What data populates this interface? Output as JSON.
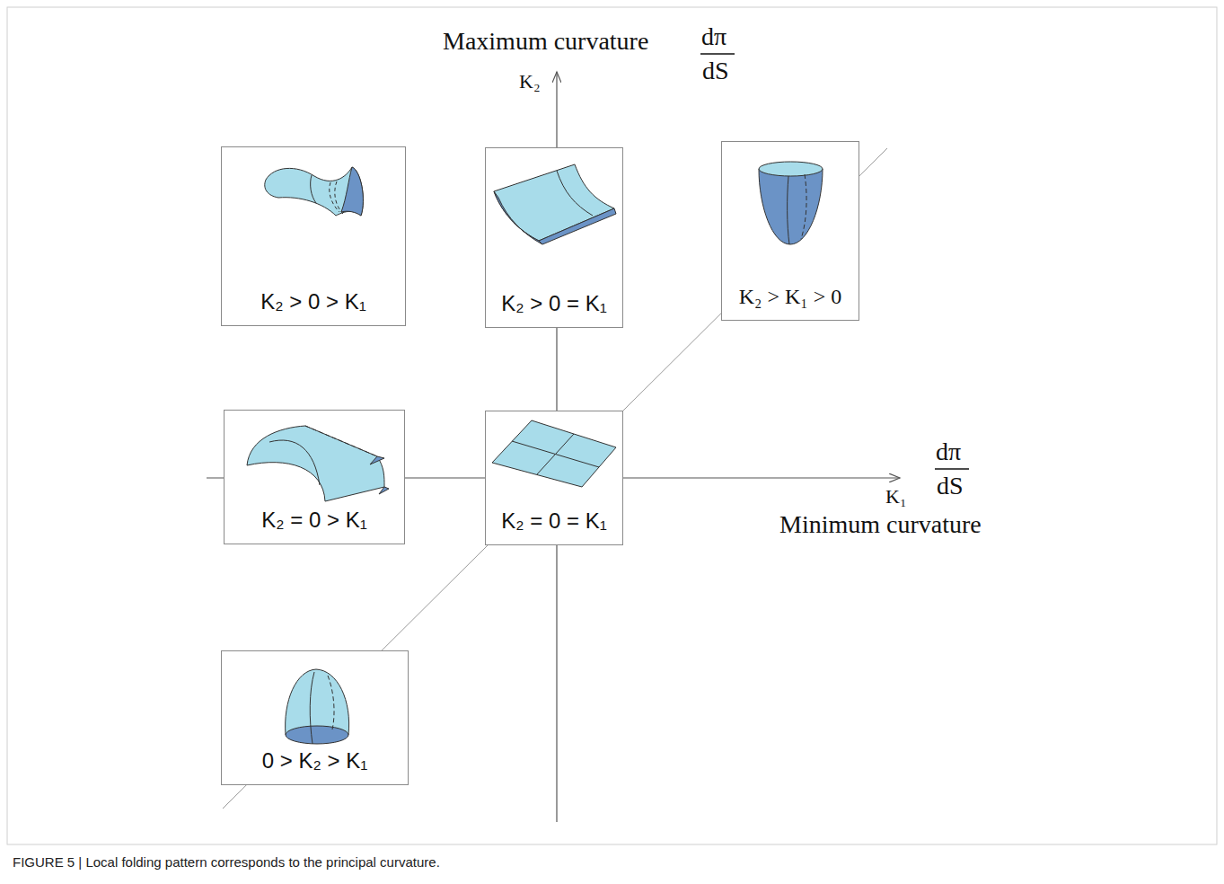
{
  "diagram": {
    "caption": "FIGURE 5 | Local folding pattern corresponds to the principal curvature.",
    "nodes": [
      {
        "text": [
          "K₂ > 0 > K₁"
        ]
      },
      {
        "text": [
          "K₂ > 0 = K₁"
        ]
      },
      {
        "text": [
          "K₂ > K₁ > 0"
        ]
      },
      {
        "text": [
          "K₂ = 0 > K₁"
        ]
      },
      {
        "text": [
          "K₂ = 0 = K₁"
        ]
      },
      {
        "text": [
          "0 > K₂ > K₁"
        ]
      }
    ],
    "labels": [
      "Maximum curvature",
      "dπ",
      "dS",
      "K₂",
      "K₁",
      "dπ",
      "dS",
      "Minimum curvature"
    ]
  }
}
